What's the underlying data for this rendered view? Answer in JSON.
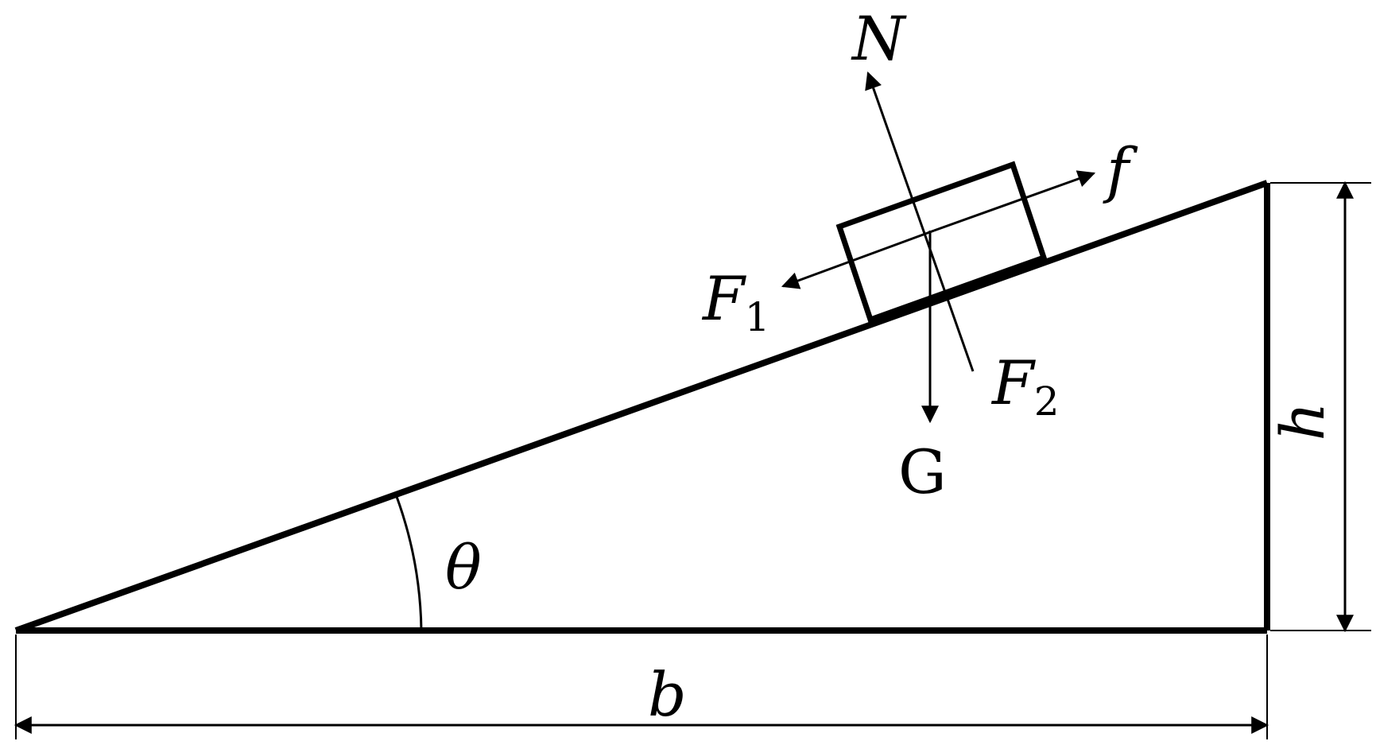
{
  "labels": {
    "normal": "N",
    "friction": "f",
    "f1_main": "F",
    "f1_sub": "1",
    "f2_main": "F",
    "f2_sub": "2",
    "gravity": "G",
    "angle": "θ",
    "height": "h",
    "base": "b"
  },
  "colors": {
    "stroke": "#000000",
    "background": "#ffffff"
  }
}
